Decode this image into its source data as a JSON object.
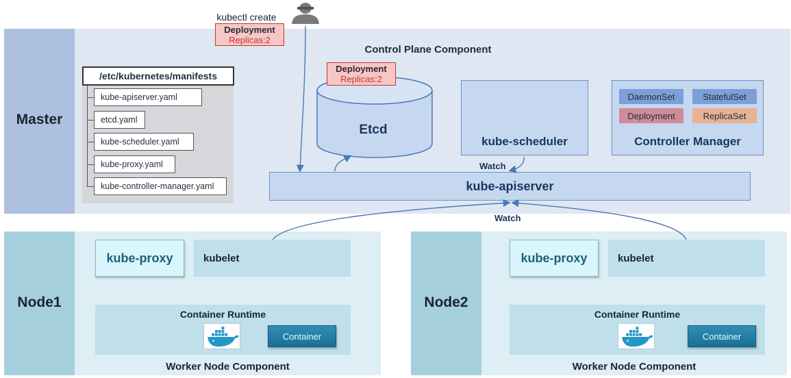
{
  "kubectl": {
    "label": "kubectl create",
    "icon": "user-icon"
  },
  "deployment_tag": {
    "title": "Deployment",
    "replicas": "Replicas:2"
  },
  "master": {
    "label": "Master",
    "control_plane_title": "Control Plane Component",
    "manifests": {
      "path": "/etc/kubernetes/manifests",
      "files": [
        "kube-apiserver.yaml",
        "etcd.yaml",
        "kube-scheduler.yaml",
        "kube-proxy.yaml",
        "kube-controller-manager.yaml"
      ]
    },
    "etcd": {
      "label": "Etcd"
    },
    "scheduler": {
      "label": "kube-scheduler"
    },
    "controller_manager": {
      "label": "Controller Manager",
      "items": [
        {
          "label": "DaemonSet",
          "color": "#7d9fd8"
        },
        {
          "label": "StatefulSet",
          "color": "#7d9fd8"
        },
        {
          "label": "Deployment",
          "color": "#cf8c98"
        },
        {
          "label": "ReplicaSet",
          "color": "#e7b293"
        }
      ]
    },
    "apiserver": {
      "label": "kube-apiserver"
    },
    "watch_scheduler": "Watch"
  },
  "watch_nodes": "Watch",
  "nodes": [
    {
      "label": "Node1",
      "kube_proxy": "kube-proxy",
      "kubelet": "kubelet",
      "container_runtime": "Container Runtime",
      "container": "Container",
      "docker_icon": "docker-whale-icon",
      "footer": "Worker Node Component"
    },
    {
      "label": "Node2",
      "kube_proxy": "kube-proxy",
      "kubelet": "kubelet",
      "container_runtime": "Container Runtime",
      "container": "Container",
      "docker_icon": "docker-whale-icon",
      "footer": "Worker Node Component"
    }
  ],
  "colors": {
    "master_bg": "#dfe7f3",
    "node_bg": "#deeef5",
    "accent": "#4a78b8"
  }
}
